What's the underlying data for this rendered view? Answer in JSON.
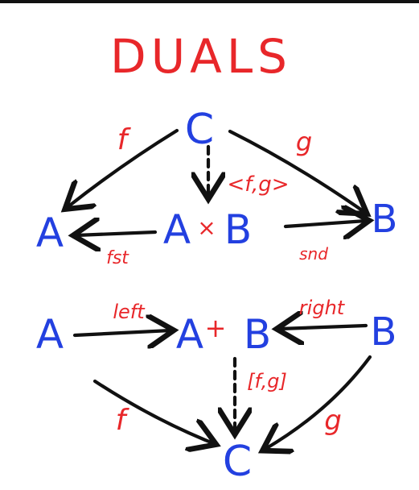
{
  "title": "DUALS",
  "colors": {
    "label": "#e8272a",
    "object": "#2340e0",
    "arrow": "#111111"
  },
  "product": {
    "objects": {
      "top": "C",
      "left": "A",
      "center": "A",
      "times": "×",
      "center_right": "B",
      "right": "B"
    },
    "labels": {
      "f": "f",
      "g": "g",
      "pair": "<f,g>",
      "fst": "fst",
      "snd": "snd"
    }
  },
  "coproduct": {
    "objects": {
      "left": "A",
      "center": "A",
      "plus": "+",
      "center_right": "B",
      "right": "B",
      "bottom": "C"
    },
    "labels": {
      "left": "left",
      "right": "right",
      "copair": "[f,g]",
      "f": "f",
      "g": "g"
    }
  }
}
